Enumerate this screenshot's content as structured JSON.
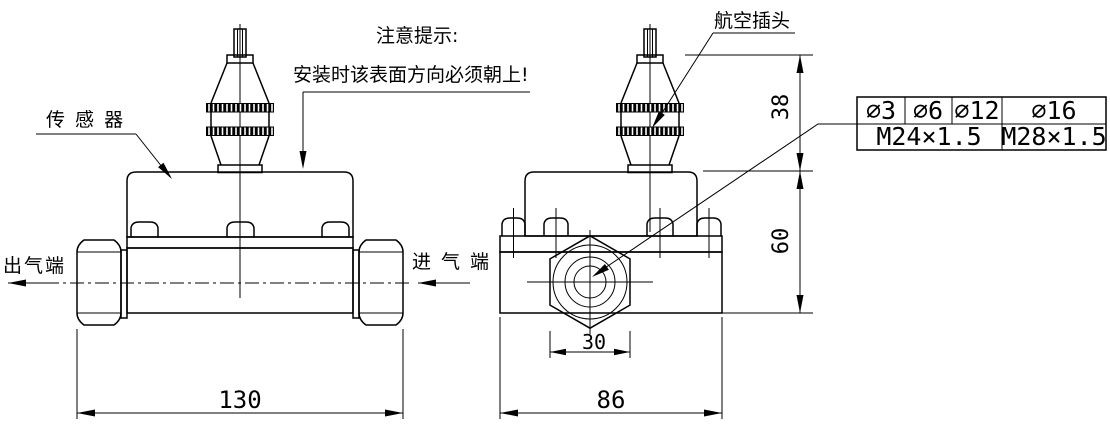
{
  "note": {
    "heading": "注意提示:",
    "body": "安装时该表面方向必须朝上!"
  },
  "labels": {
    "sensor": "传 感 器",
    "aviation_plug": "航空插头",
    "air_outlet": "出气端",
    "air_inlet": "进气端"
  },
  "dimensions": {
    "overall_length": "130",
    "overall_width": "86",
    "plug_height": "38",
    "body_height": "60",
    "hex_across_flats": "30"
  },
  "spec_table": {
    "diameters": [
      "∅3",
      "∅6",
      "∅12",
      "∅16"
    ],
    "threads": [
      "M24×1.5",
      "M28×1.5"
    ]
  },
  "colors": {
    "line": "#000000",
    "background": "#ffffff"
  }
}
